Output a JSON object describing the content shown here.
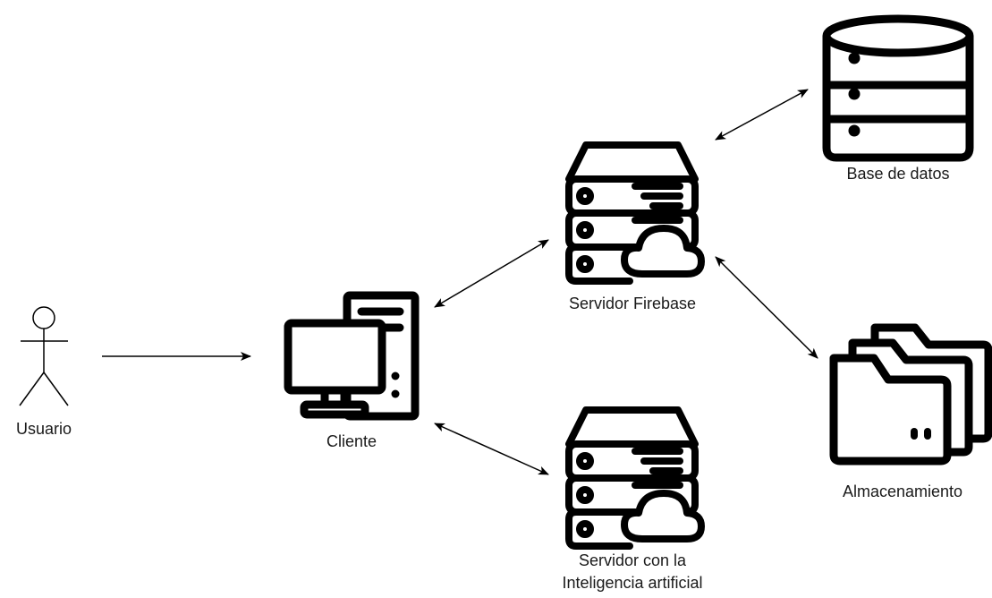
{
  "nodes": {
    "usuario": {
      "label": "Usuario"
    },
    "cliente": {
      "label": "Cliente"
    },
    "firebase": {
      "label": "Servidor Firebase"
    },
    "ai_server": {
      "label_line1": "Servidor con la",
      "label_line2": "Inteligencia artificial"
    },
    "database": {
      "label": "Base de datos"
    },
    "storage": {
      "label": "Almacenamiento"
    }
  },
  "colors": {
    "stroke": "#000000",
    "text": "#1a1a1a",
    "background": "#ffffff"
  },
  "icons": {
    "usuario": "actor-icon",
    "cliente": "desktop-computer-icon",
    "firebase": "cloud-server-icon",
    "ai_server": "cloud-server-icon",
    "database": "database-icon",
    "storage": "folders-icon"
  },
  "edges": [
    {
      "from": "usuario",
      "to": "cliente",
      "direction": "one-way"
    },
    {
      "from": "cliente",
      "to": "firebase",
      "direction": "two-way"
    },
    {
      "from": "cliente",
      "to": "ai_server",
      "direction": "two-way"
    },
    {
      "from": "firebase",
      "to": "database",
      "direction": "two-way"
    },
    {
      "from": "firebase",
      "to": "storage",
      "direction": "two-way"
    }
  ]
}
